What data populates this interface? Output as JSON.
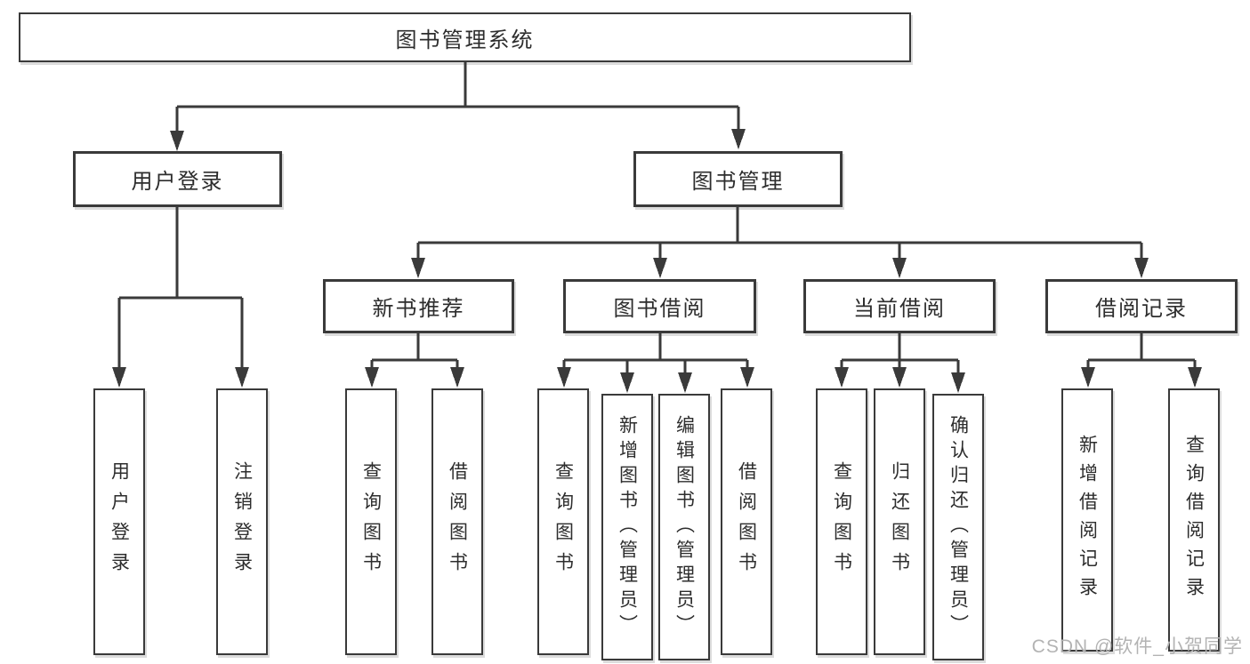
{
  "diagram": {
    "nodes": {
      "root": "图书管理系统",
      "user_login": "用户登录",
      "book_management": "图书管理",
      "new_book_recommend": "新书推荐",
      "book_borrow": "图书借阅",
      "current_borrow": "当前借阅",
      "borrow_records": "借阅记录",
      "leaf_user_login": "用户登录",
      "leaf_logout": "注销登录",
      "leaf_nb_query": "查询图书",
      "leaf_nb_borrow": "借阅图书",
      "leaf_bw_query": "查询图书",
      "leaf_bw_add": "新增图书（管理员）",
      "leaf_bw_edit": "编辑图书（管理员）",
      "leaf_bw_borrow": "借阅图书",
      "leaf_cur_query": "查询图书",
      "leaf_cur_return": "归还图书",
      "leaf_cur_confirm": "确认归还（管理员）",
      "leaf_rec_add": "新增借阅记录",
      "leaf_rec_query": "查询借阅记录"
    },
    "watermark": "CSDN @软件_小贺同学",
    "colors": {
      "line": "#3a3a3a",
      "text": "#2d2d2d",
      "watermark": "#b3b3b3",
      "background": "#ffffff"
    }
  }
}
